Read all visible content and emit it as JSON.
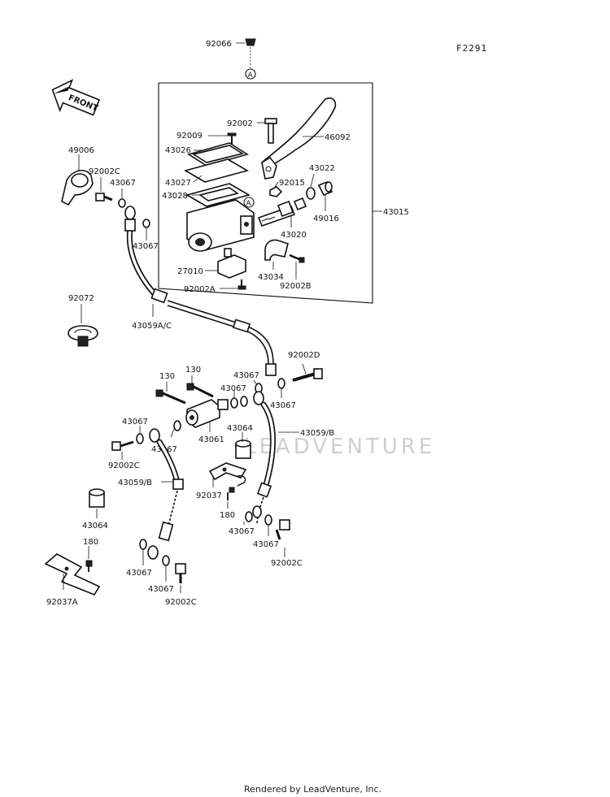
{
  "figure_code": "F2291",
  "front_label": "FRONT",
  "ref_marker": "A",
  "watermark": "LEADVENTURE",
  "footer": "Rendered by LeadVenture, Inc.",
  "labels": {
    "p92066": "92066",
    "p92002": "92002",
    "p46092": "46092",
    "p92009": "92009",
    "p43026": "43026",
    "p43027": "43027",
    "p43028": "43028",
    "p43022": "43022",
    "p92015": "92015",
    "p49016": "49016",
    "p43015": "43015",
    "p43020": "43020",
    "p49006": "49006",
    "p92002c_a": "92002C",
    "p43067_a": "43067",
    "p43067_b": "43067",
    "p27010": "27010",
    "p43034": "43034",
    "p92002b": "92002B",
    "p92002a": "92002A",
    "p92072": "92072",
    "p43059ac": "43059A/C",
    "p92002d": "92002D",
    "p130_a": "130",
    "p130_b": "130",
    "p43067_c": "43067",
    "p43067_d": "43067",
    "p43067_e": "43067",
    "p43064_a": "43064",
    "p43059b_a": "43059/B",
    "p43061": "43061",
    "p43067_f": "43067",
    "p43067_g": "43067",
    "p92002c_b": "92002C",
    "p43059b_b": "43059/B",
    "p92037": "92037",
    "p180_a": "180",
    "p43067_h": "43067",
    "p43067_i": "43067",
    "p92002c_c": "92002C",
    "p43064_b": "43064",
    "p180_b": "180",
    "p92037a": "92037A",
    "p43067_j": "43067",
    "p43067_k": "43067",
    "p92002c_d": "92002C"
  }
}
